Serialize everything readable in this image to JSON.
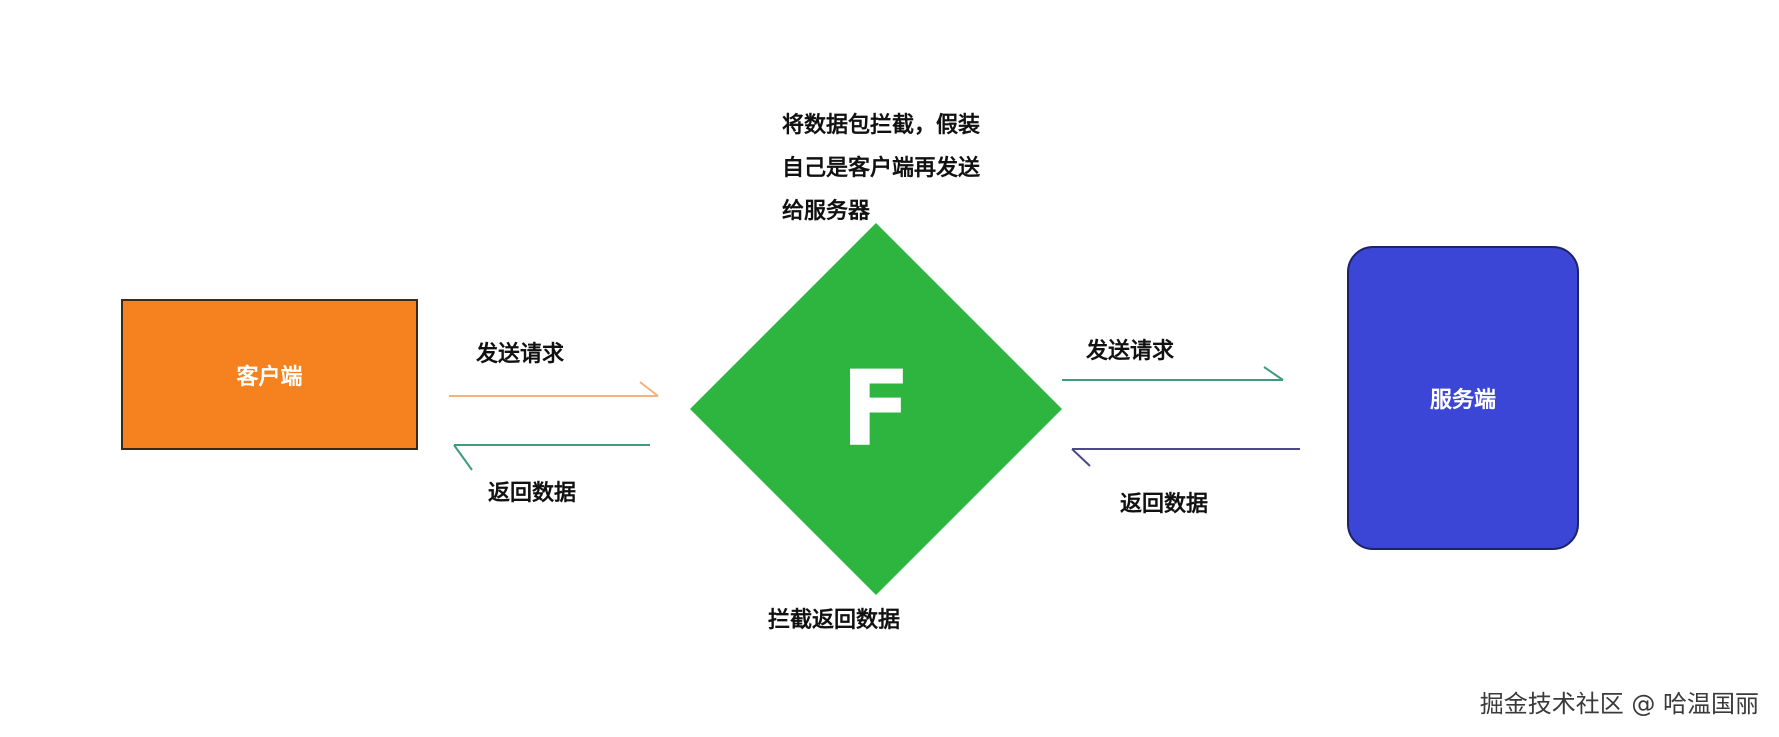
{
  "nodes": {
    "client": "客户端",
    "proxy": "F",
    "server": "服务端"
  },
  "proxy_note": {
    "lines": [
      "将数据包拦截，假装",
      "自己是客户端再发送",
      "给服务器"
    ]
  },
  "proxy_bottom_label": "拦截返回数据",
  "edges": {
    "client_to_proxy": "发送请求",
    "proxy_to_client": "返回数据",
    "proxy_to_server": "发送请求",
    "server_to_proxy": "返回数据"
  },
  "colors": {
    "client": "#f5821f",
    "proxy": "#2db540",
    "server": "#3b45d6",
    "arrow_client_request": "#f3b27a",
    "arrow_client_response": "#3f9a7e",
    "arrow_server_request": "#3f9a7e",
    "arrow_server_response": "#4a4a8a"
  },
  "watermark": "掘金技术社区 @ 哈温国丽"
}
